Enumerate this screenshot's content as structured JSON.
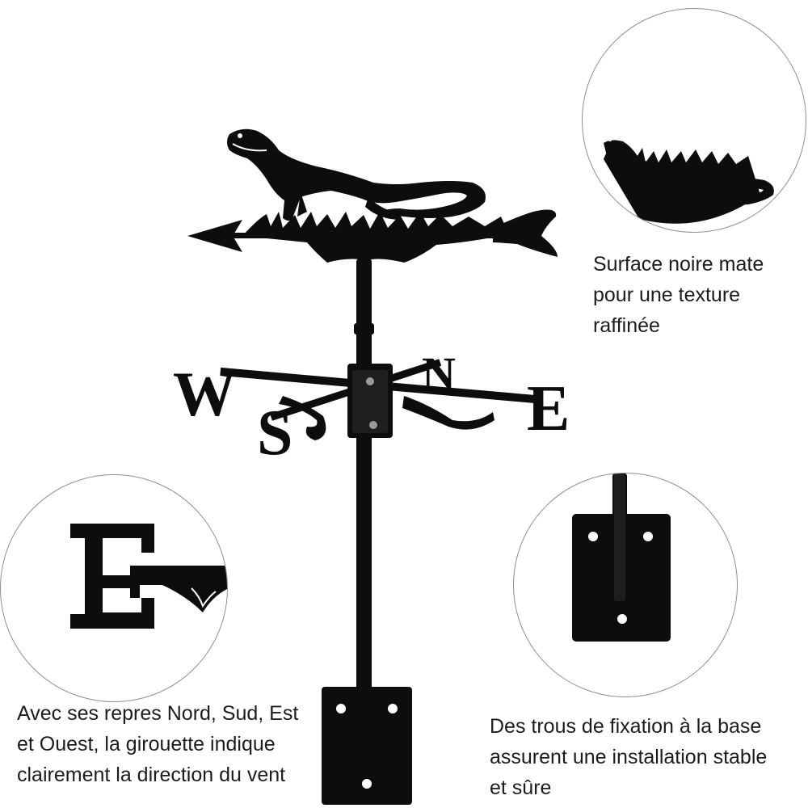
{
  "captions": {
    "top": "Surface noire mate\npour une texture\nraffinée",
    "left": "Avec ses repres Nord, Sud, Est\net Ouest, la girouette indique\nclairement la direction du vent",
    "right": "Des trous de fixation à la base\nassurent une installation stable\net sûre"
  },
  "compass": {
    "west": "W",
    "east": "E",
    "north": "N",
    "south": "S"
  },
  "colors": {
    "metal": "#0d0d0d",
    "bolt": "#9a9a9a",
    "circle_border": "#8f8f8f",
    "text": "#1c1c1c"
  }
}
